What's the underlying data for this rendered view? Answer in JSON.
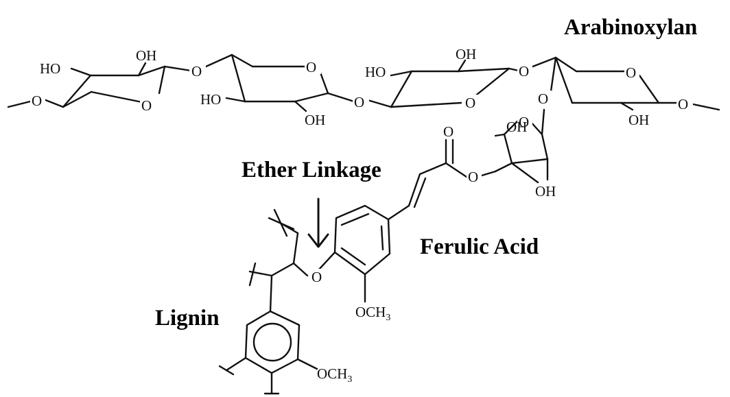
{
  "labels": {
    "arabinoxylan": "Arabinoxylan",
    "ether_linkage": "Ether Linkage",
    "ferulic_acid": "Ferulic Acid",
    "lignin": "Lignin"
  },
  "atoms": {
    "ho": "HO",
    "oh": "OH",
    "o": "O",
    "och3_main": "OCH",
    "och3_sub": "3"
  }
}
